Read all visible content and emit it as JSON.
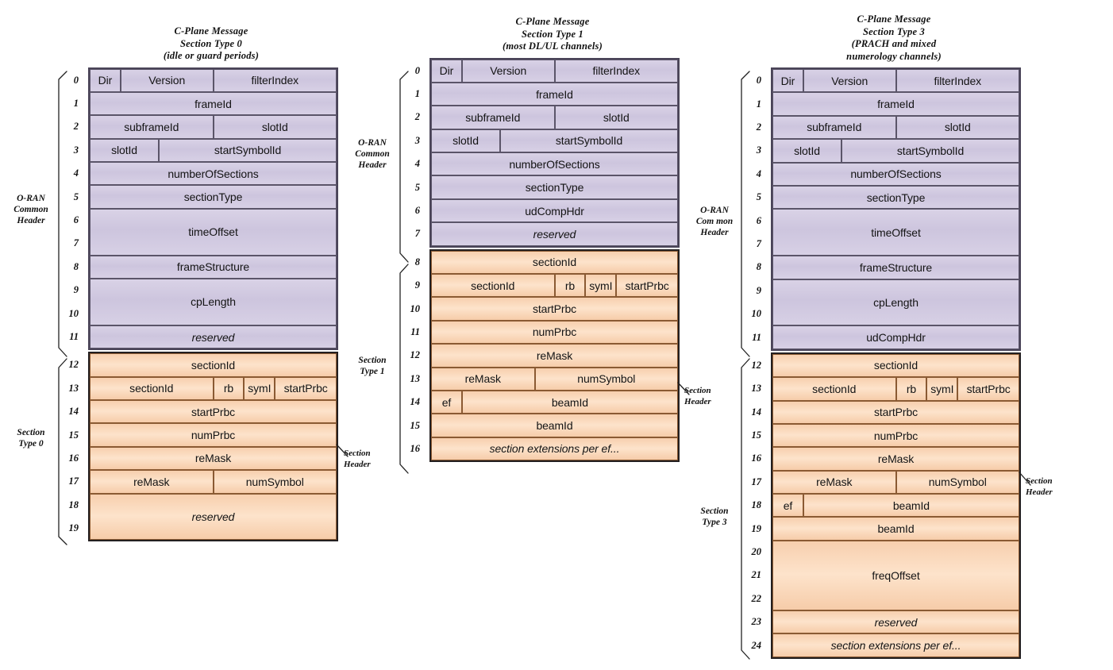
{
  "diagram": {
    "title_note": "O-RAN C-Plane message format comparison",
    "colors": {
      "common_header_fill": "#d5cde4",
      "section_fill": "#fbdcc0",
      "common_header_border": "#4a4458",
      "section_border": "#231f20"
    },
    "captions": {
      "oran_common_header": "O-RAN\nCommon\nHeader",
      "oran_common_header_wrapped": "O-RAN\nCom mon\nHeader",
      "section_header": "Section\nHeader",
      "section_type0": "Section\nType 0",
      "section_type1": "Section\nType 1",
      "section_type3": "Section\nType 3"
    }
  },
  "columns": [
    {
      "id": "section-type-0",
      "title": "C-Plane Message\nSection Type 0\n(idle or guard periods)",
      "left_bracket_top_label": "O-RAN\nCommon\nHeader",
      "left_bracket_bottom_label": "Section\nType 0",
      "right_leader_label": "Section\nHeader",
      "common_header": {
        "first_index": 0,
        "last_index": 11,
        "rows": [
          {
            "indices": [
              "0"
            ],
            "fields": [
              {
                "label": "Dir",
                "width": 12.5
              },
              {
                "label": "Version",
                "width": 37.5
              },
              {
                "label": "filterIndex",
                "width": 50
              }
            ]
          },
          {
            "indices": [
              "1"
            ],
            "fields": [
              {
                "label": "frameId",
                "width": 100
              }
            ]
          },
          {
            "indices": [
              "2"
            ],
            "fields": [
              {
                "label": "subframeId",
                "width": 50
              },
              {
                "label": "slotId",
                "width": 50
              }
            ]
          },
          {
            "indices": [
              "3"
            ],
            "fields": [
              {
                "label": "slotId",
                "width": 28
              },
              {
                "label": "startSymbolId",
                "width": 72
              }
            ]
          },
          {
            "indices": [
              "4"
            ],
            "fields": [
              {
                "label": "numberOfSections",
                "width": 100
              }
            ]
          },
          {
            "indices": [
              "5"
            ],
            "fields": [
              {
                "label": "sectionType",
                "width": 100
              }
            ]
          },
          {
            "indices": [
              "6",
              "7"
            ],
            "fields": [
              {
                "label": "timeOffset",
                "width": 100
              }
            ]
          },
          {
            "indices": [
              "8"
            ],
            "fields": [
              {
                "label": "frameStructure",
                "width": 100
              }
            ]
          },
          {
            "indices": [
              "9",
              "10"
            ],
            "fields": [
              {
                "label": "cpLength",
                "width": 100
              }
            ]
          },
          {
            "indices": [
              "11"
            ],
            "fields": [
              {
                "label": "reserved",
                "width": 100,
                "italic": true
              }
            ]
          }
        ]
      },
      "section": {
        "first_index": 12,
        "last_index": 19,
        "rows": [
          {
            "indices": [
              "12"
            ],
            "fields": [
              {
                "label": "sectionId",
                "width": 100
              }
            ]
          },
          {
            "indices": [
              "13"
            ],
            "fields": [
              {
                "label": "sectionId",
                "width": 50
              },
              {
                "label": "rb",
                "width": 12.5
              },
              {
                "label": "symI",
                "width": 12.5
              },
              {
                "label": "startPrbc",
                "width": 25
              }
            ]
          },
          {
            "indices": [
              "14"
            ],
            "fields": [
              {
                "label": "startPrbc",
                "width": 100
              }
            ]
          },
          {
            "indices": [
              "15"
            ],
            "fields": [
              {
                "label": "numPrbc",
                "width": 100
              }
            ]
          },
          {
            "indices": [
              "16"
            ],
            "fields": [
              {
                "label": "reMask",
                "width": 100
              }
            ]
          },
          {
            "indices": [
              "17"
            ],
            "fields": [
              {
                "label": "reMask",
                "width": 50
              },
              {
                "label": "numSymbol",
                "width": 50
              }
            ]
          },
          {
            "indices": [
              "18",
              "19"
            ],
            "fields": [
              {
                "label": "reserved",
                "width": 100,
                "italic": true
              }
            ]
          }
        ]
      }
    },
    {
      "id": "section-type-1",
      "title": "C-Plane Message\nSection Type 1\n(most DL/UL channels)",
      "left_bracket_top_label": "O-RAN\nCommon\nHeader",
      "left_bracket_bottom_label": "Section\nType 1",
      "right_leader_label": "Section\nHeader",
      "right_caption_label": "O-RAN\nCom mon\nHeader",
      "common_header": {
        "first_index": 0,
        "last_index": 7,
        "rows": [
          {
            "indices": [
              "0"
            ],
            "fields": [
              {
                "label": "Dir",
                "width": 12.5
              },
              {
                "label": "Version",
                "width": 37.5
              },
              {
                "label": "filterIndex",
                "width": 50
              }
            ]
          },
          {
            "indices": [
              "1"
            ],
            "fields": [
              {
                "label": "frameId",
                "width": 100
              }
            ]
          },
          {
            "indices": [
              "2"
            ],
            "fields": [
              {
                "label": "subframeId",
                "width": 50
              },
              {
                "label": "slotId",
                "width": 50
              }
            ]
          },
          {
            "indices": [
              "3"
            ],
            "fields": [
              {
                "label": "slotId",
                "width": 28
              },
              {
                "label": "startSymbolId",
                "width": 72
              }
            ]
          },
          {
            "indices": [
              "4"
            ],
            "fields": [
              {
                "label": "numberOfSections",
                "width": 100
              }
            ]
          },
          {
            "indices": [
              "5"
            ],
            "fields": [
              {
                "label": "sectionType",
                "width": 100
              }
            ]
          },
          {
            "indices": [
              "6"
            ],
            "fields": [
              {
                "label": "udCompHdr",
                "width": 100
              }
            ]
          },
          {
            "indices": [
              "7"
            ],
            "fields": [
              {
                "label": "reserved",
                "width": 100,
                "italic": true
              }
            ]
          }
        ]
      },
      "section": {
        "first_index": 8,
        "last_index": 16,
        "rows": [
          {
            "indices": [
              "8"
            ],
            "fields": [
              {
                "label": "sectionId",
                "width": 100
              }
            ]
          },
          {
            "indices": [
              "9"
            ],
            "fields": [
              {
                "label": "sectionId",
                "width": 50
              },
              {
                "label": "rb",
                "width": 12.5
              },
              {
                "label": "symI",
                "width": 12.5
              },
              {
                "label": "startPrbc",
                "width": 25
              }
            ]
          },
          {
            "indices": [
              "10"
            ],
            "fields": [
              {
                "label": "startPrbc",
                "width": 100
              }
            ]
          },
          {
            "indices": [
              "11"
            ],
            "fields": [
              {
                "label": "numPrbc",
                "width": 100
              }
            ]
          },
          {
            "indices": [
              "12"
            ],
            "fields": [
              {
                "label": "reMask",
                "width": 100
              }
            ]
          },
          {
            "indices": [
              "13"
            ],
            "fields": [
              {
                "label": "reMask",
                "width": 42
              },
              {
                "label": "numSymbol",
                "width": 58
              }
            ]
          },
          {
            "indices": [
              "14"
            ],
            "fields": [
              {
                "label": "ef",
                "width": 12.5
              },
              {
                "label": "beamId",
                "width": 87.5
              }
            ]
          },
          {
            "indices": [
              "15"
            ],
            "fields": [
              {
                "label": "beamId",
                "width": 100
              }
            ]
          },
          {
            "indices": [
              "16"
            ],
            "fields": [
              {
                "label": "section extensions per ef...",
                "width": 100,
                "italic": true
              }
            ]
          }
        ]
      }
    },
    {
      "id": "section-type-3",
      "title": "C-Plane Message\nSection Type 3\n(PRACH and mixed\nnumerology channels)",
      "left_bracket_top_label": "O-RAN\nCom mon\nHeader",
      "left_bracket_bottom_label": "Section\nType 3",
      "right_leader_label": "Section\nHeader",
      "common_header": {
        "first_index": 0,
        "last_index": 11,
        "rows": [
          {
            "indices": [
              "0"
            ],
            "fields": [
              {
                "label": "Dir",
                "width": 12.5
              },
              {
                "label": "Version",
                "width": 37.5
              },
              {
                "label": "filterIndex",
                "width": 50
              }
            ]
          },
          {
            "indices": [
              "1"
            ],
            "fields": [
              {
                "label": "frameId",
                "width": 100
              }
            ]
          },
          {
            "indices": [
              "2"
            ],
            "fields": [
              {
                "label": "subframeId",
                "width": 50
              },
              {
                "label": "slotId",
                "width": 50
              }
            ]
          },
          {
            "indices": [
              "3"
            ],
            "fields": [
              {
                "label": "slotId",
                "width": 28
              },
              {
                "label": "startSymbolId",
                "width": 72
              }
            ]
          },
          {
            "indices": [
              "4"
            ],
            "fields": [
              {
                "label": "numberOfSections",
                "width": 100
              }
            ]
          },
          {
            "indices": [
              "5"
            ],
            "fields": [
              {
                "label": "sectionType",
                "width": 100
              }
            ]
          },
          {
            "indices": [
              "6",
              "7"
            ],
            "fields": [
              {
                "label": "timeOffset",
                "width": 100
              }
            ]
          },
          {
            "indices": [
              "8"
            ],
            "fields": [
              {
                "label": "frameStructure",
                "width": 100
              }
            ]
          },
          {
            "indices": [
              "9",
              "10"
            ],
            "fields": [
              {
                "label": "cpLength",
                "width": 100
              }
            ]
          },
          {
            "indices": [
              "11"
            ],
            "fields": [
              {
                "label": "udCompHdr",
                "width": 100
              }
            ]
          }
        ]
      },
      "section": {
        "first_index": 12,
        "last_index": 24,
        "rows": [
          {
            "indices": [
              "12"
            ],
            "fields": [
              {
                "label": "sectionId",
                "width": 100
              }
            ]
          },
          {
            "indices": [
              "13"
            ],
            "fields": [
              {
                "label": "sectionId",
                "width": 50
              },
              {
                "label": "rb",
                "width": 12.5
              },
              {
                "label": "symI",
                "width": 12.5
              },
              {
                "label": "startPrbc",
                "width": 25
              }
            ]
          },
          {
            "indices": [
              "14"
            ],
            "fields": [
              {
                "label": "startPrbc",
                "width": 100
              }
            ]
          },
          {
            "indices": [
              "15"
            ],
            "fields": [
              {
                "label": "numPrbc",
                "width": 100
              }
            ]
          },
          {
            "indices": [
              "16"
            ],
            "fields": [
              {
                "label": "reMask",
                "width": 100
              }
            ]
          },
          {
            "indices": [
              "17"
            ],
            "fields": [
              {
                "label": "reMask",
                "width": 50
              },
              {
                "label": "numSymbol",
                "width": 50
              }
            ]
          },
          {
            "indices": [
              "18"
            ],
            "fields": [
              {
                "label": "ef",
                "width": 12.5
              },
              {
                "label": "beamId",
                "width": 87.5
              }
            ]
          },
          {
            "indices": [
              "19"
            ],
            "fields": [
              {
                "label": "beamId",
                "width": 100
              }
            ]
          },
          {
            "indices": [
              "20",
              "21",
              "22"
            ],
            "fields": [
              {
                "label": "freqOffset",
                "width": 100
              }
            ]
          },
          {
            "indices": [
              "23"
            ],
            "fields": [
              {
                "label": "reserved",
                "width": 100,
                "italic": true
              }
            ]
          },
          {
            "indices": [
              "24"
            ],
            "fields": [
              {
                "label": "section extensions per ef...",
                "width": 100,
                "italic": true
              }
            ]
          }
        ]
      }
    }
  ]
}
